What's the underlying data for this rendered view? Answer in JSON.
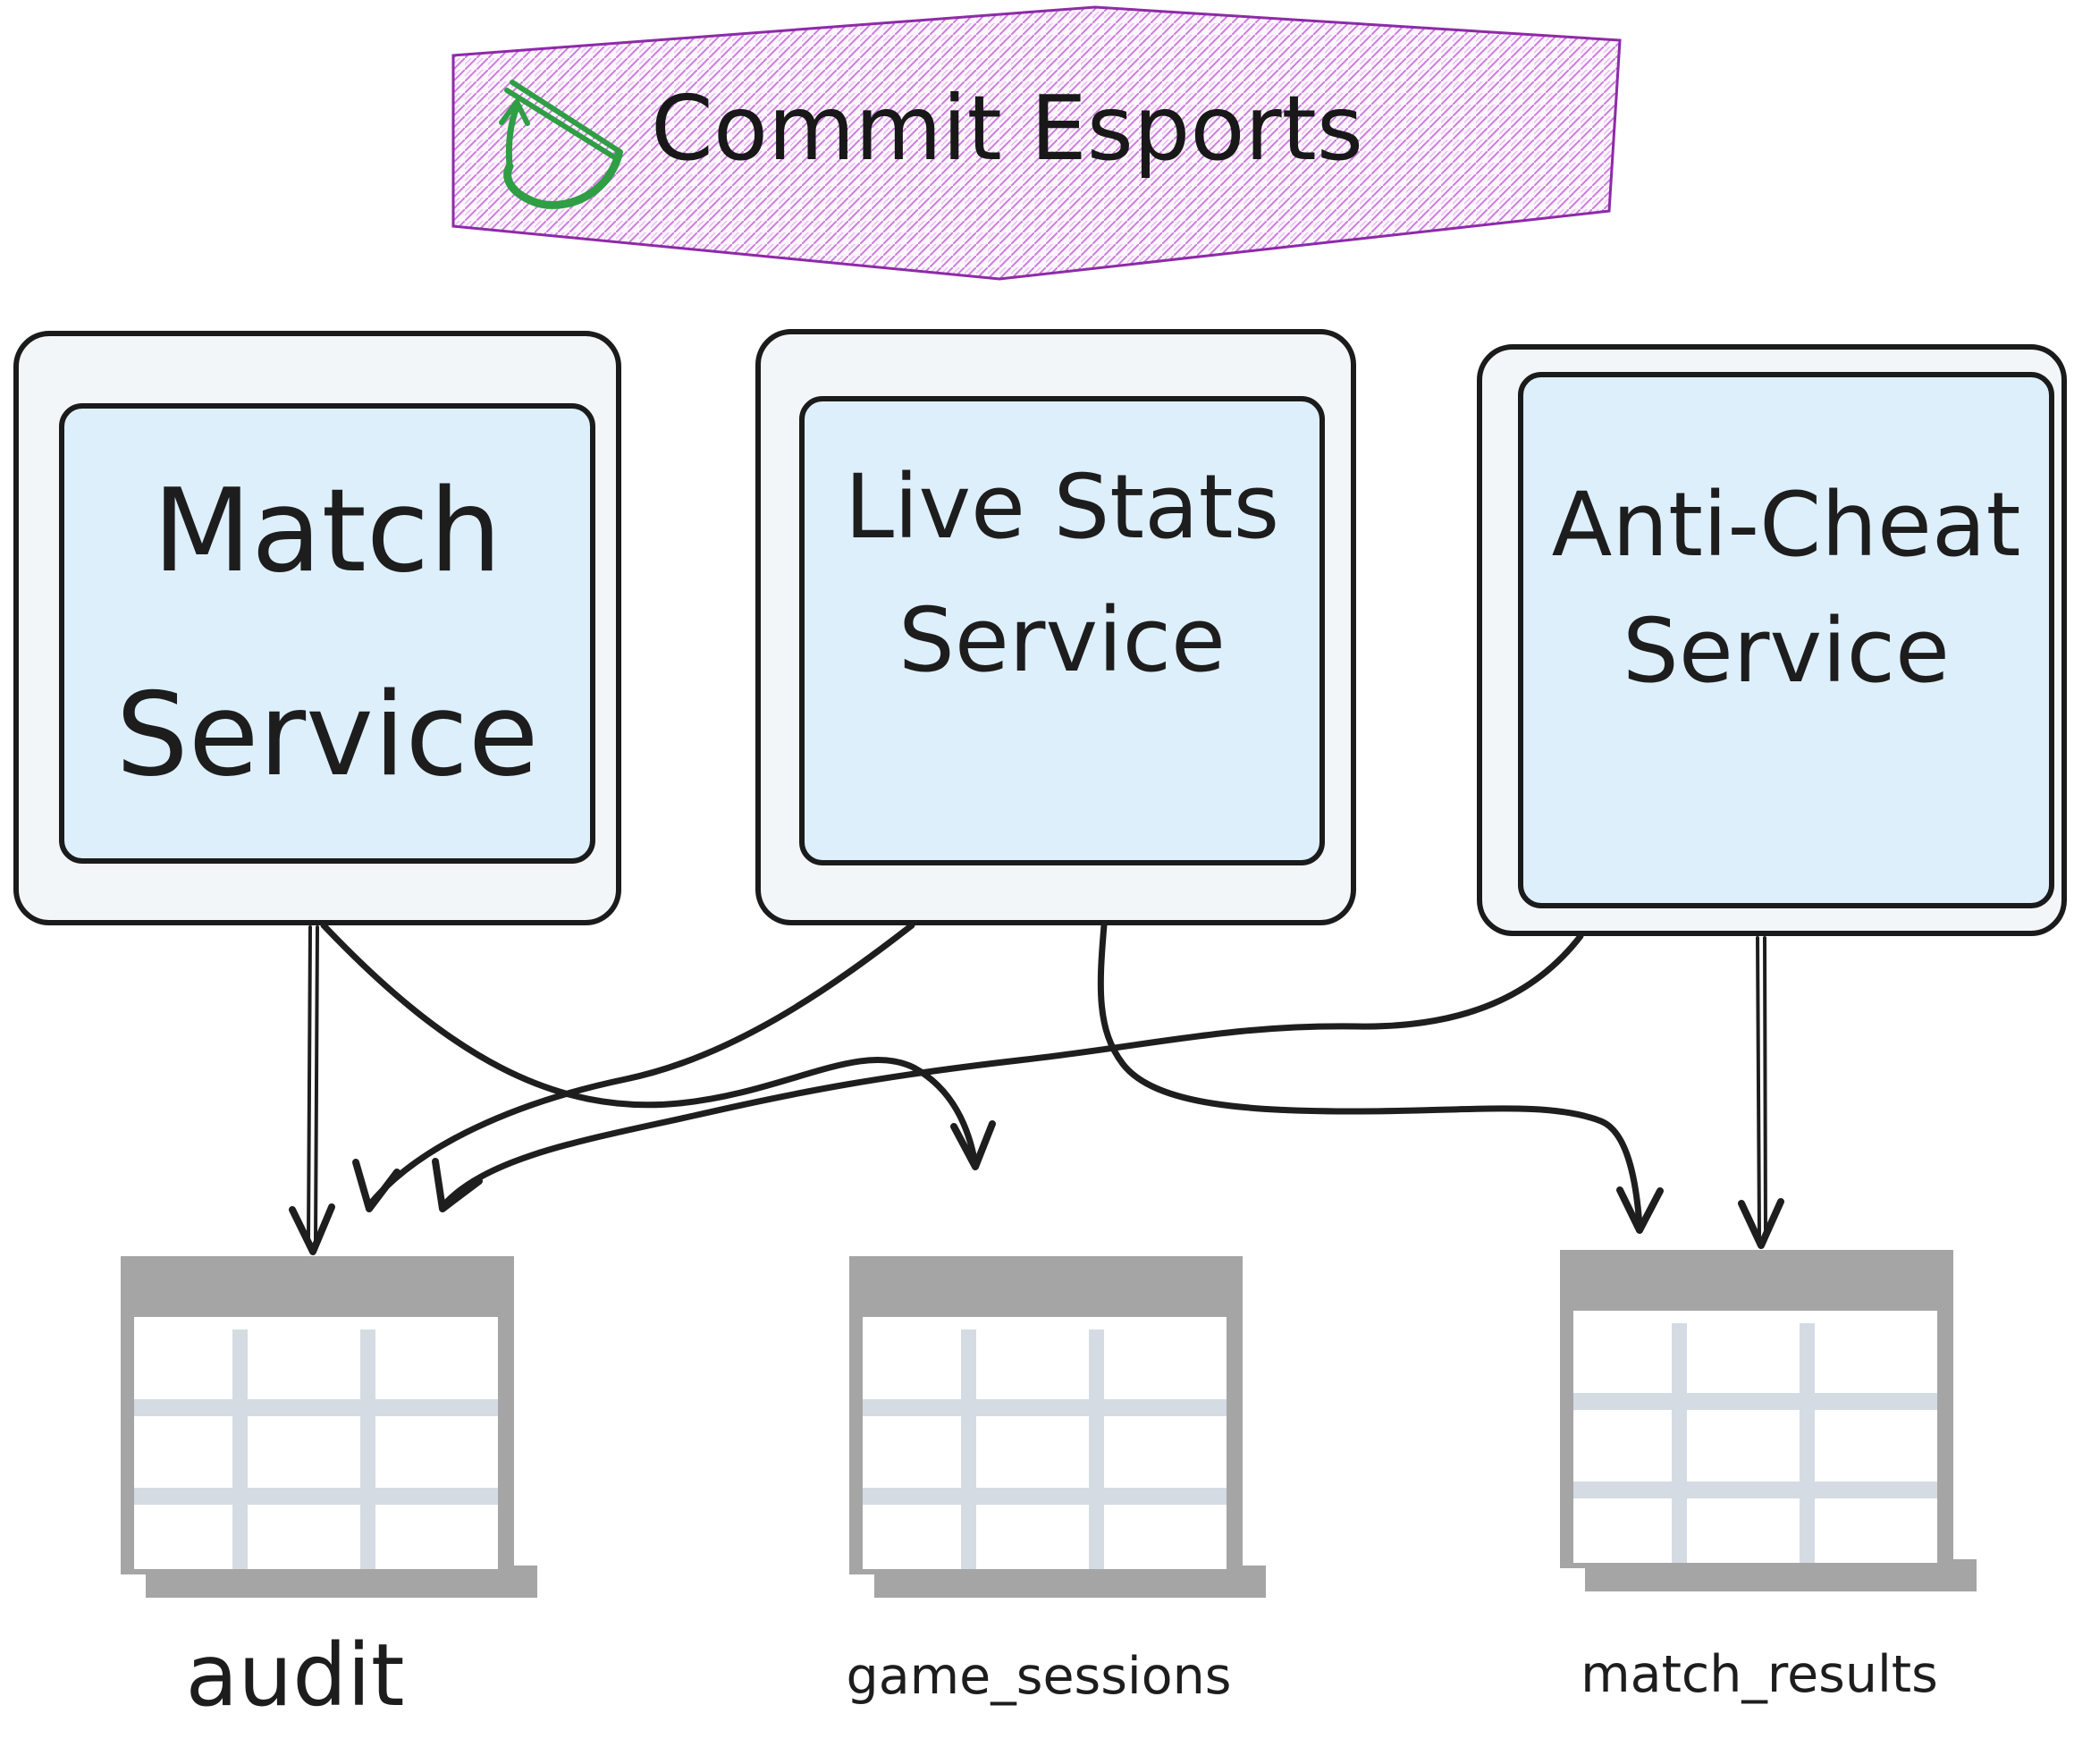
{
  "banner": {
    "title": "Commit Esports",
    "icon": "loop-arrow-icon",
    "shape": "hexagon",
    "hatch_color": "#c973de",
    "border_color": "#8e2aa8",
    "icon_color": "#2f9e44"
  },
  "services": [
    {
      "id": "match-service",
      "line1": "Match",
      "line2": "Service"
    },
    {
      "id": "live-stats-service",
      "line1": "Live Stats",
      "line2": "Service"
    },
    {
      "id": "anti-cheat-service",
      "line1": "Anti-Cheat",
      "line2": "Service"
    }
  ],
  "tables": [
    {
      "id": "audit",
      "label": "audit"
    },
    {
      "id": "game_sessions",
      "label": "game_sessions"
    },
    {
      "id": "match_results",
      "label": "match_results"
    }
  ],
  "edges": [
    {
      "from": "Match Service",
      "to": "audit"
    },
    {
      "from": "Match Service",
      "to": "game_sessions"
    },
    {
      "from": "Live Stats Service",
      "to": "audit"
    },
    {
      "from": "Live Stats Service",
      "to": "match_results"
    },
    {
      "from": "Anti-Cheat Service",
      "to": "audit"
    },
    {
      "from": "Anti-Cheat Service",
      "to": "match_results"
    }
  ],
  "colors": {
    "arrow": "#1e1e1e",
    "box_frame_fill": "#f3f6f8",
    "box_screen_fill": "#ddeffb",
    "box_border": "#1b1b1b",
    "table_gray": "#a5a5a5",
    "table_grid": "#d5dbe3",
    "background": "#ffffff"
  }
}
